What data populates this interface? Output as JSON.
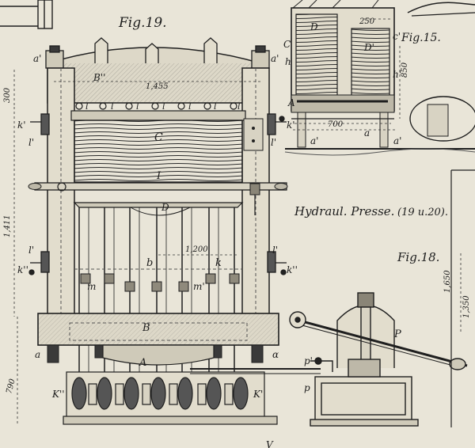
{
  "figures": {
    "fig19": "Fig.19.",
    "fig15": "Fig.15.",
    "fig18": "Fig.18."
  },
  "caption": "Hydraul. Presse.",
  "caption_ref": "(19 u.20).",
  "labels": {
    "a_prime_left": "a'",
    "a_prime_right": "a'",
    "B_dprime": "B''",
    "l1": "l",
    "l2": "l",
    "l3": "l",
    "l4": "l",
    "l5": "l",
    "l6": "l",
    "l7": "l",
    "k_prime_left": "k'",
    "k_prime_right": "k'",
    "l_prime_left": "l'",
    "l_prime_right": "l'",
    "C": "C",
    "I": "I",
    "D": "D",
    "b": "b",
    "k": "k",
    "l_prime_mid_left": "l'",
    "l_prime_mid_right": "l'",
    "k_dprime_left": "k''",
    "k_dprime_right": "k''",
    "m_left": "m",
    "m_right": "m'",
    "B": "B",
    "A": "A",
    "a_left": "a",
    "alpha_right": "α",
    "K_dprime": "K''",
    "K_prime": "K'",
    "p_prime": "p'",
    "p": "p",
    "P": "P",
    "f15_C": "C",
    "f15_D": "D",
    "f15_D_prime": "D'",
    "f15_c_prime": "c'",
    "f15_h": "h",
    "f15_h_prime": "h'",
    "f15_A": "A",
    "f15_a_prime_left": "a'",
    "f15_a": "a",
    "f15_a_prime_right": "a'",
    "bottom_V": "V"
  },
  "dimensions": {
    "d1455": "1,455",
    "d300": "300",
    "d1411": "1,411",
    "d1200": "1,200",
    "d790": "790",
    "d700": "700",
    "d250": "250",
    "d850": "850",
    "d1650": "1,650",
    "d1350": "1,350"
  },
  "colors": {
    "paper": "#e9e5d8",
    "ink": "#1f1f1f"
  }
}
